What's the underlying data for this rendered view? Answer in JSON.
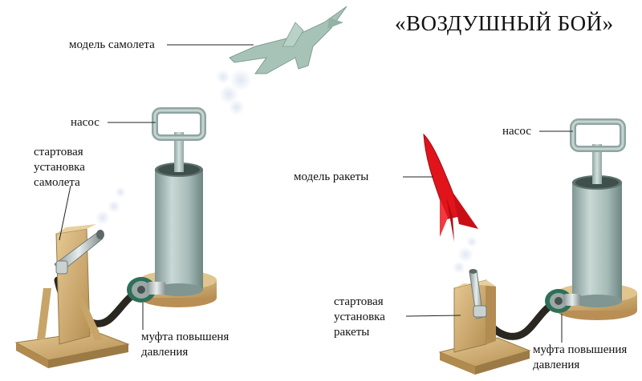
{
  "title": "«ВОЗДУШНЫЙ БОЙ»",
  "labels": {
    "plane_model": "модель самолета",
    "pump_left": "насос",
    "launcher_plane": [
      "стартовая",
      "установка",
      "самолета"
    ],
    "coupling_left": [
      "муфта повышеня",
      "давления"
    ],
    "pump_right": "насос",
    "rocket_model": "модель ракеты",
    "launcher_rocket": [
      "стартовая",
      "установка",
      "ракеты"
    ],
    "coupling_right": [
      "муфта повышения",
      "давления"
    ]
  },
  "colors": {
    "pump_body": "#b4c6c2",
    "plane": "#a7c3b8",
    "rocket": "#e1141b",
    "wood": "#d4b47a",
    "hose": "#2a2620",
    "coupling": "#2f6f5a"
  }
}
